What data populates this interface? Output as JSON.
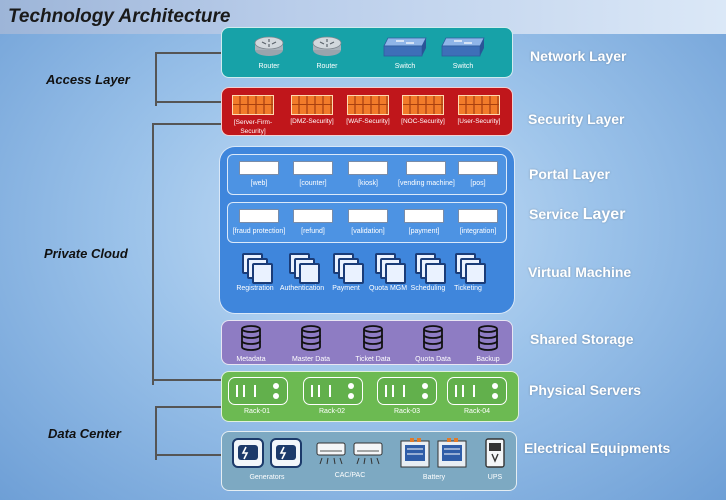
{
  "title": "Technology Architecture",
  "side_labels": {
    "access": "Access Layer",
    "private_cloud": "Private Cloud",
    "data_center": "Data Center"
  },
  "layers": {
    "network": {
      "label": "Network Layer",
      "items": [
        "Router",
        "Router",
        "Switch",
        "Switch"
      ]
    },
    "security": {
      "label": "Security Layer",
      "items": [
        "[Server-Firm-Security]",
        "[DMZ-Security]",
        "[WAF-Security]",
        "[NOC-Security]",
        "[User-Security]"
      ]
    },
    "portal": {
      "label": "Portal Layer",
      "items": [
        "[web]",
        "[counter]",
        "[kiosk]",
        "[vending machine]",
        "[pos]"
      ]
    },
    "service": {
      "label_a": "Service",
      "label_b": "Layer",
      "items": [
        "[fraud protection]",
        "[refund]",
        "[validation]",
        "[payment]",
        "[integration]"
      ]
    },
    "vm": {
      "label": "Virtual Machine",
      "items": [
        "Registration",
        "Authentication",
        "Payment",
        "Quota MGM",
        "Scheduling",
        "Ticketing"
      ]
    },
    "storage": {
      "label": "Shared Storage",
      "items": [
        "Metadata",
        "Master Data",
        "Ticket Data",
        "Quota Data",
        "Backup"
      ]
    },
    "servers": {
      "label": "Physical Servers",
      "items": [
        "Rack-01",
        "Rack-02",
        "Rack-03",
        "Rack-04"
      ]
    },
    "electrical": {
      "label": "Electrical Equipments",
      "items": [
        "Generators",
        "CAC/PAC",
        "Battery",
        "UPS"
      ]
    }
  },
  "colors": {
    "network": "#17a2a8",
    "security": "#c0161b",
    "cloud": "#3f86dc",
    "storage": "#8e7cc3",
    "servers": "#6cba52",
    "electrical": "#7da9c2"
  }
}
